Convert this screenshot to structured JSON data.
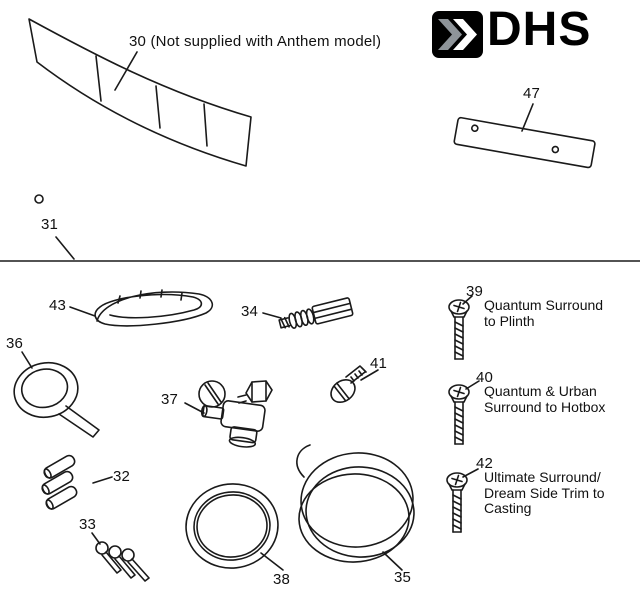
{
  "brand": {
    "logo_text": "DHS"
  },
  "colors": {
    "ink": "#1a1a1a",
    "background": "#ffffff",
    "logo_bg": "#000000",
    "logo_chevron_left": "#8e9499",
    "logo_chevron_right": "#ffffff"
  },
  "parts": {
    "p30": {
      "number": "30",
      "note": "(Not supplied with Anthem model)"
    },
    "p31": {
      "number": "31"
    },
    "p32": {
      "number": "32"
    },
    "p33": {
      "number": "33"
    },
    "p34": {
      "number": "34"
    },
    "p35": {
      "number": "35"
    },
    "p36": {
      "number": "36"
    },
    "p37": {
      "number": "37"
    },
    "p38": {
      "number": "38"
    },
    "p39": {
      "number": "39",
      "description": "Quantum Surround to Plinth"
    },
    "p40": {
      "number": "40",
      "description": "Quantum & Urban Surround to Hotbox"
    },
    "p41": {
      "number": "41"
    },
    "p42": {
      "number": "42",
      "description": "Ultimate Surround/ Dream Side Trim to Casting"
    },
    "p43": {
      "number": "43"
    },
    "p47": {
      "number": "47"
    }
  }
}
